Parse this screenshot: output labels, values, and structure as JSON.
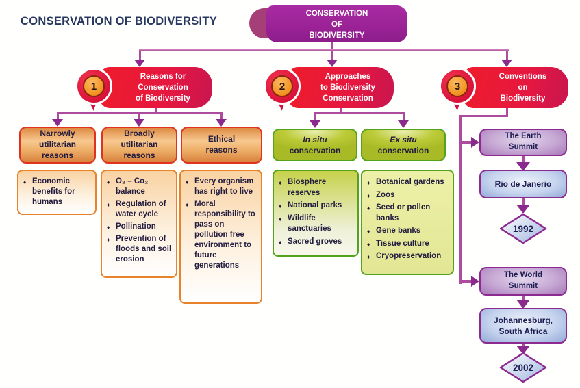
{
  "heading": "CONSERVATION OF BIODIVERSITY",
  "banner": {
    "title": "CONSERVATION\nOF\nBIODIVERSITY"
  },
  "icons": {
    "bullet": "♦"
  },
  "palette": {
    "ribbon_red": "#e61740",
    "banner_purple": "#9a2296",
    "connector_purple": "#8a2a8c",
    "orange_border": "#e8832c",
    "green_border": "#55a31b",
    "text_navy": "#221c3f"
  },
  "branch1": {
    "number": "1",
    "title": "Reasons for\nConservation\nof Biodiversity",
    "groups": [
      {
        "header": "Narrowly\nutilitarian\nreasons",
        "items": [
          "Economic benefits for humans"
        ]
      },
      {
        "header": "Broadly\nutilitarian\nreasons",
        "items": [
          "O₂ – Co₂ balance",
          "Regulation of water cycle",
          "Pollination",
          "Prevention of floods and soil erosion"
        ]
      },
      {
        "header": "Ethical\nreasons",
        "items": [
          "Every organism has right to live",
          "Moral responsibility to pass on pollution free environment to future generations"
        ]
      }
    ]
  },
  "branch2": {
    "number": "2",
    "title": "Approaches\nto Biodiversity\nConservation",
    "groups": [
      {
        "header_italic": "In situ",
        "header_rest": "conservation",
        "items": [
          "Biosphere reserves",
          "National parks",
          "Wildlife sanctuaries",
          "Sacred groves"
        ]
      },
      {
        "header_italic": "Ex situ",
        "header_rest": "conservation",
        "items": [
          "Botanical gardens",
          "Zoos",
          "Seed or pollen banks",
          "Gene banks",
          "Tissue culture",
          "Cryopreservation"
        ]
      }
    ]
  },
  "branch3": {
    "number": "3",
    "title": "Conventions\non\nBiodiversity",
    "events": [
      {
        "name": "The Earth\nSummit",
        "place": "Rio de Janerio",
        "year": "1992"
      },
      {
        "name": "The World\nSummit",
        "place": "Johannesburg,\nSouth Africa",
        "year": "2002"
      }
    ]
  }
}
